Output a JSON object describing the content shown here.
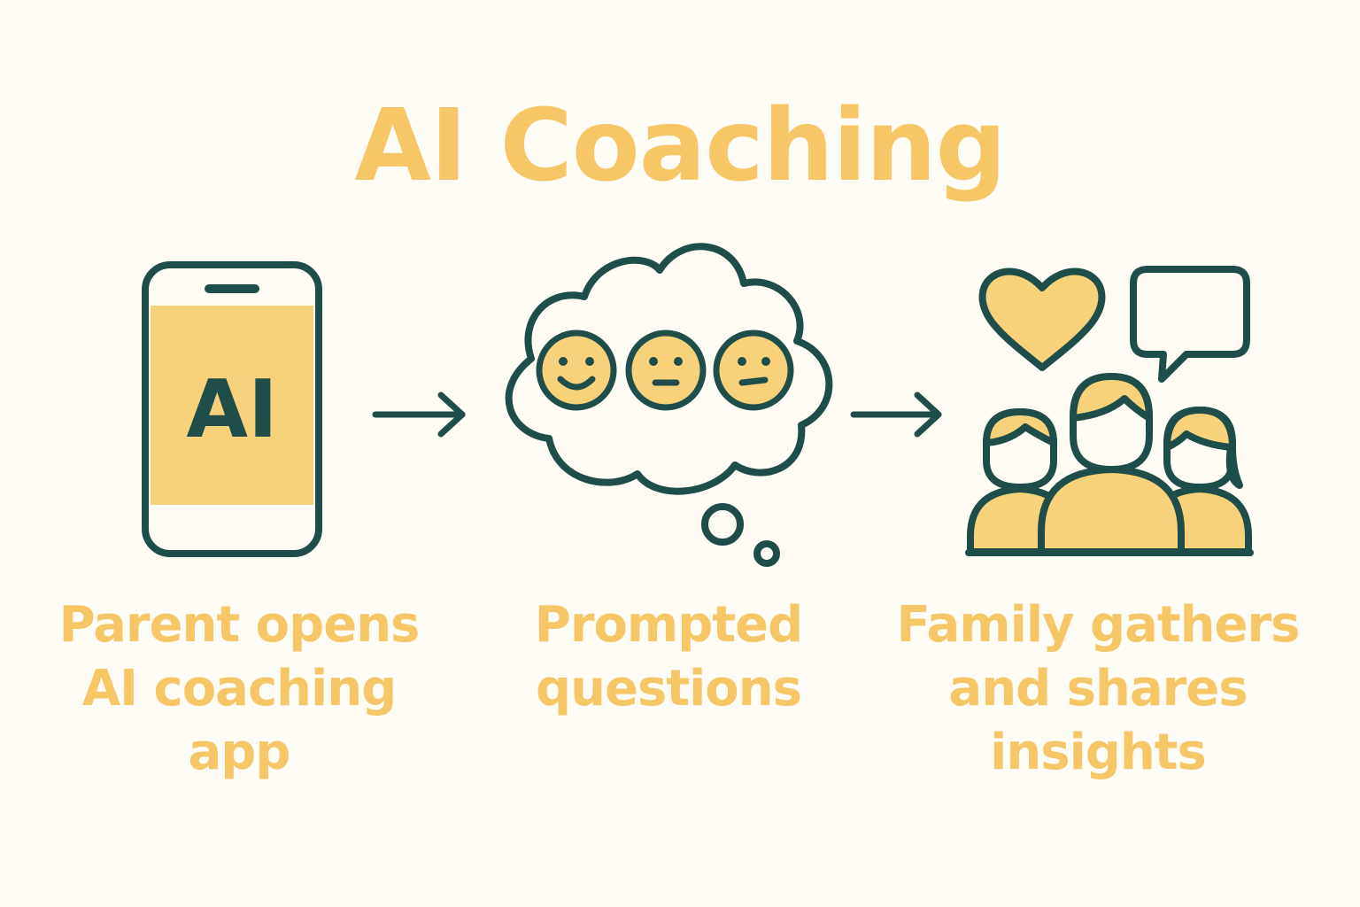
{
  "title": "AI Coaching",
  "colors": {
    "background": "#fffbf5",
    "accent_yellow": "#f6c667",
    "fill_yellow": "#f7d27a",
    "outline_teal": "#1f4d4a"
  },
  "steps": [
    {
      "icon": "phone-icon",
      "screen_text": "AI",
      "caption_lines": [
        "Parent opens",
        "AI coaching",
        "app"
      ]
    },
    {
      "icon": "thought-bubble-icon",
      "faces": [
        "smiling-face-icon",
        "neutral-face-icon",
        "uncertain-face-icon"
      ],
      "caption_lines": [
        "Prompted",
        "questions"
      ]
    },
    {
      "icon": "family-icon",
      "extra_icons": [
        "heart-icon",
        "speech-bubble-icon"
      ],
      "caption_lines": [
        "Family gathers",
        "and shares",
        "insights"
      ]
    }
  ],
  "connectors": [
    "arrow-right-icon",
    "arrow-right-icon"
  ]
}
